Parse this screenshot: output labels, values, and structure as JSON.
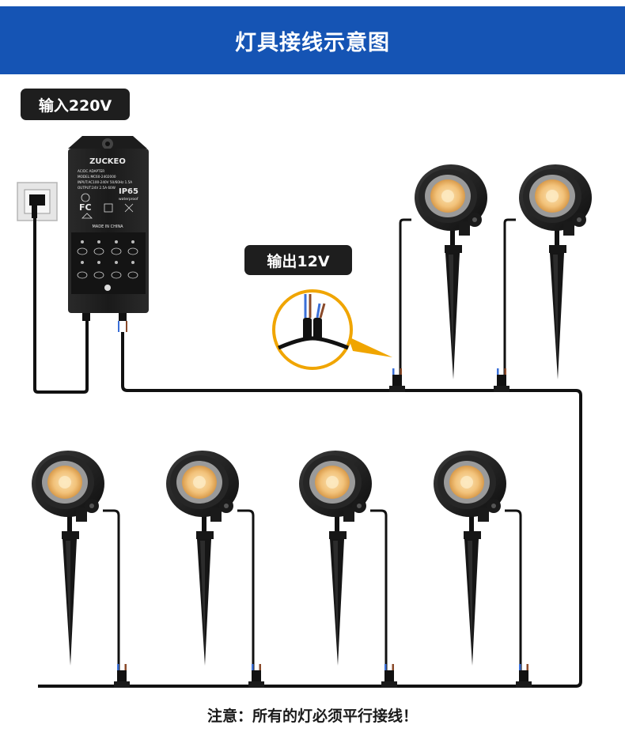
{
  "header": {
    "title": "灯具接线示意图"
  },
  "labels": {
    "input": "输入220V",
    "output": "输出12V"
  },
  "adapter": {
    "brand": "ZUCKEO",
    "line1": "AC/DC ADAPTER",
    "line2": "MODEL:MC60-2402000",
    "line3": "INPUT:AC100-240V 50/60Hz 1.5A",
    "line4": "OUTPUT:24V 2.5A 60W",
    "rating": "IP65",
    "rating_sub": "waterproof",
    "fc": "FC",
    "origin": "MADE IN CHINA"
  },
  "note": "注意：所有的灯必须平行接线！",
  "colors": {
    "banner": "#1554b4",
    "tag_bg": "#1e1e1e",
    "led": "#f2c27a",
    "wire_blue": "#3a6fd8",
    "wire_brown": "#8a4a2a",
    "callout_ring": "#f0a500"
  }
}
